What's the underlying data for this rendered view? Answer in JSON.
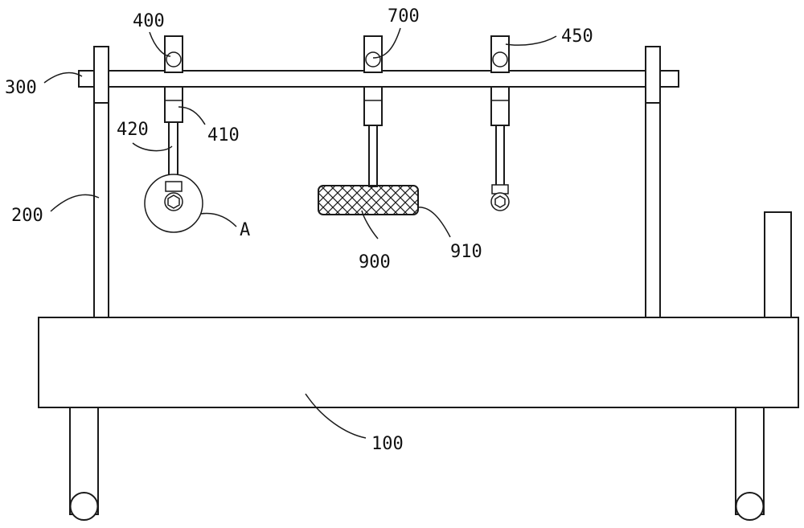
{
  "figure": {
    "labels": {
      "l100": "100",
      "l200": "200",
      "l300": "300",
      "l400": "400",
      "l410": "410",
      "l420": "420",
      "l450": "450",
      "l700": "700",
      "l900": "900",
      "l910": "910",
      "lA": "A"
    }
  }
}
